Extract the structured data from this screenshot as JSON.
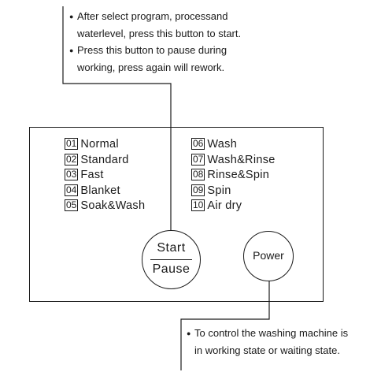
{
  "top_note": {
    "bullets": [
      {
        "line1": "After select program, processand",
        "line2": "waterlevel, press this button to start."
      },
      {
        "line1": "Press this button to pause during",
        "line2": "working, press again will rework."
      }
    ]
  },
  "programs_left": [
    {
      "num": "01",
      "name": "Normal"
    },
    {
      "num": "02",
      "name": "Standard"
    },
    {
      "num": "03",
      "name": "Fast"
    },
    {
      "num": "04",
      "name": "Blanket"
    },
    {
      "num": "05",
      "name": "Soak&Wash"
    }
  ],
  "programs_right": [
    {
      "num": "06",
      "name": "Wash"
    },
    {
      "num": "07",
      "name": "Wash&Rinse"
    },
    {
      "num": "08",
      "name": "Rinse&Spin"
    },
    {
      "num": "09",
      "name": "Spin"
    },
    {
      "num": "10",
      "name": "Air dry"
    }
  ],
  "start_button": {
    "top_label": "Start",
    "bottom_label": "Pause"
  },
  "power_button": {
    "label": "Power"
  },
  "bottom_note": {
    "line1": "To control the washing machine is",
    "line2": "in working state or waiting state."
  },
  "colors": {
    "ink": "#1a1a1a",
    "background": "#ffffff"
  }
}
